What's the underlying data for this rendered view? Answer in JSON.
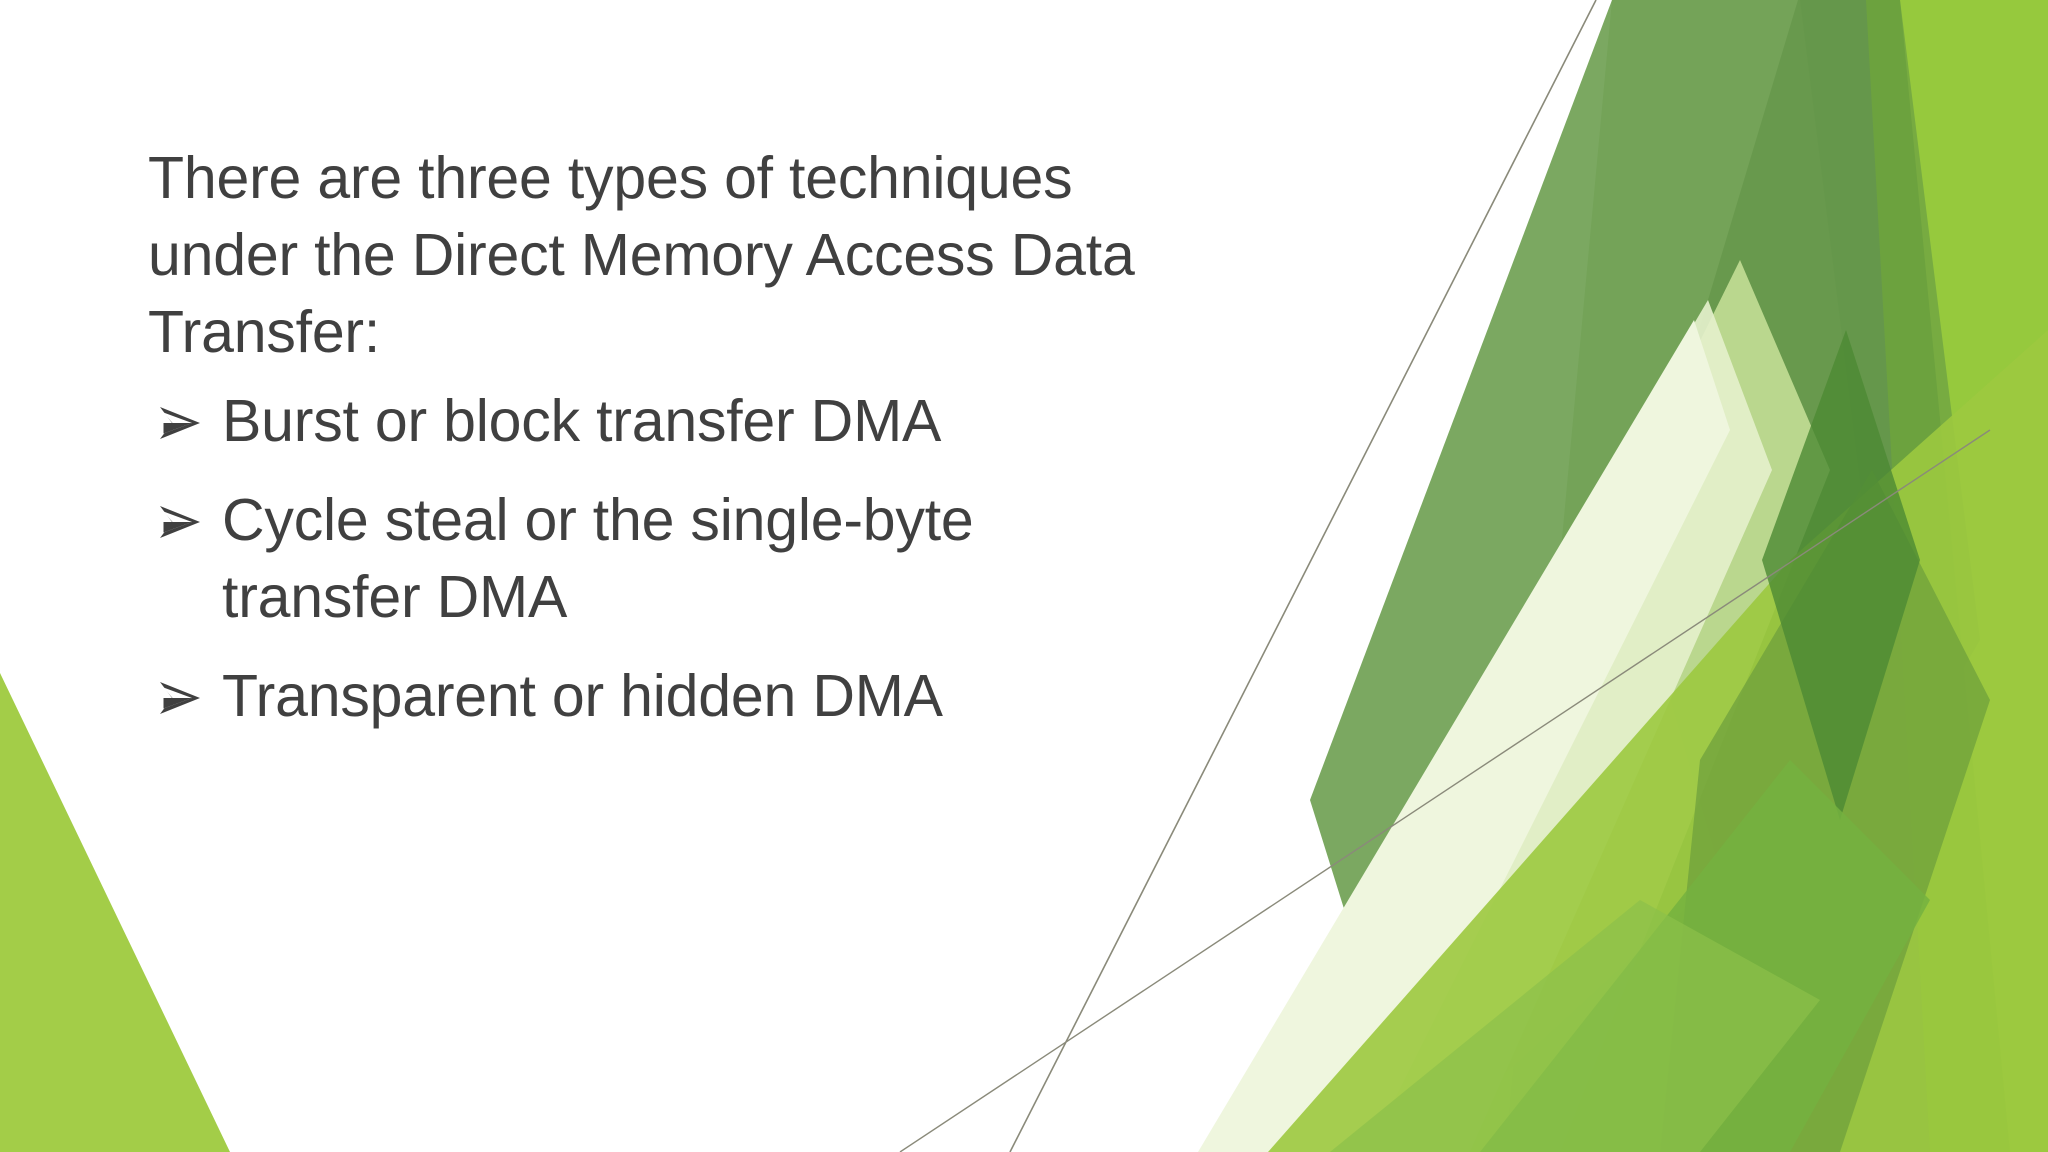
{
  "slide": {
    "background_color": "#ffffff",
    "text_color": "#404040",
    "intro_paragraph": "There are three types of techniques under the Direct Memory Access Data Transfer:",
    "bullets": [
      {
        "marker": "➢",
        "text": "Burst or block transfer DMA"
      },
      {
        "marker": "➢",
        "text": "Cycle steal or the single-byte transfer DMA"
      },
      {
        "marker": "➢",
        "text": "Transparent or hidden DMA"
      }
    ]
  },
  "decoration": {
    "name": "facet-theme-artwork",
    "colors": {
      "dark_green": "#6E9D52",
      "mid_green": "#75A855",
      "bright_green": "#96C93D",
      "lime_green": "#A3CD48",
      "pale_green": "#C9E29A",
      "very_pale_green": "#E4F0CB",
      "lightest_green": "#EFF6DE",
      "hairline": "#8A8A7A"
    }
  }
}
